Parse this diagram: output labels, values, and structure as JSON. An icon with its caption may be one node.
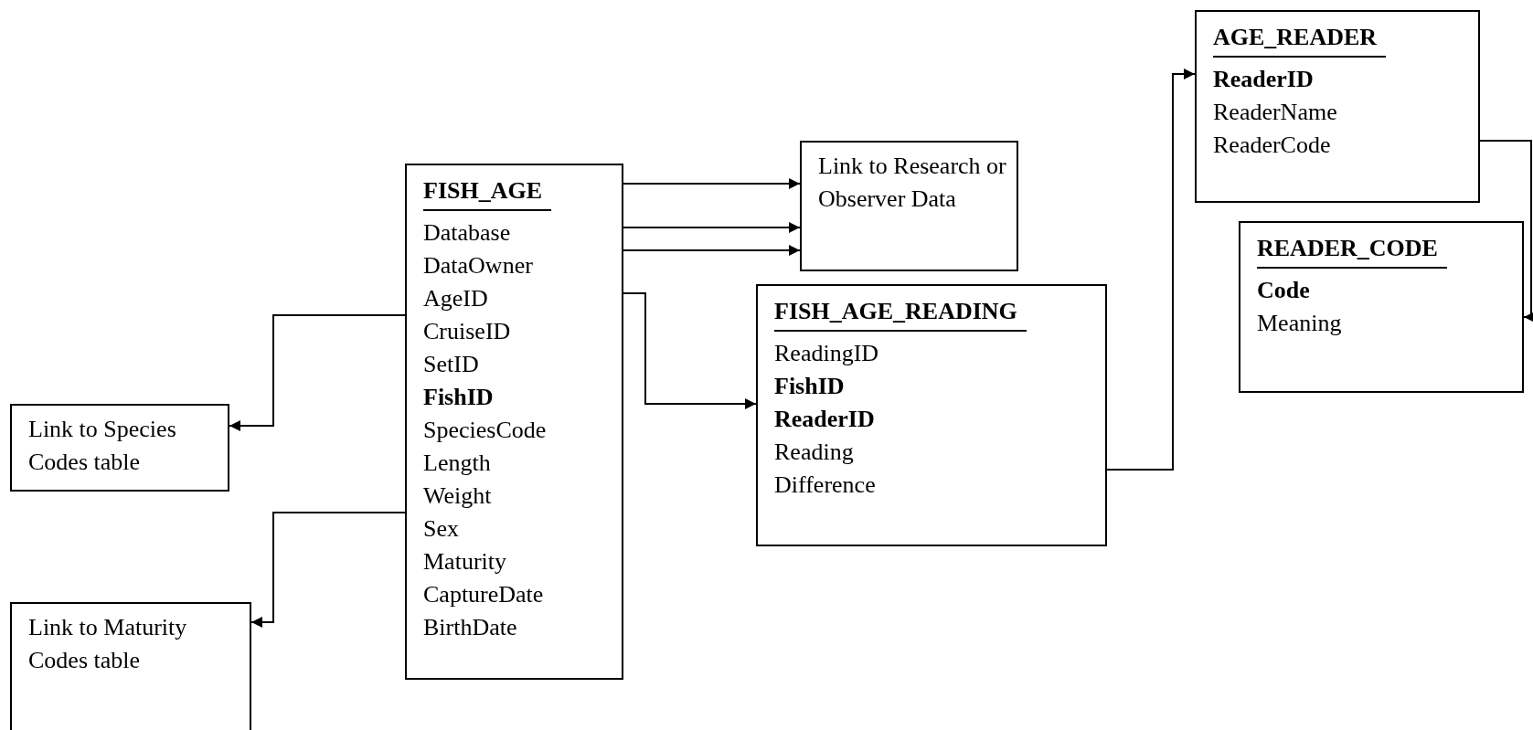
{
  "diagram": {
    "nodes": [
      {
        "text": [
          "FISH_AGE",
          "Database",
          "DataOwner",
          "AgeID",
          "CruiseID",
          "SetID",
          "FishID",
          "SpeciesCode",
          "Length",
          "Weight",
          "Sex",
          "Maturity",
          "CaptureDate",
          "BirthDate"
        ]
      },
      {
        "text": [
          "Link to Research or Observer Data"
        ]
      },
      {
        "text": [
          "FISH_AGE_READING",
          "ReadingID",
          "FishID",
          "ReaderID",
          "Reading",
          "Difference"
        ]
      },
      {
        "text": [
          "AGE_READER",
          "ReaderID",
          "ReaderName",
          "ReaderCode"
        ]
      },
      {
        "text": [
          "READER_CODE",
          "Code",
          "Meaning"
        ]
      },
      {
        "text": [
          "Link to Species Codes table"
        ]
      },
      {
        "text": [
          "Link to Maturity Codes table"
        ]
      }
    ],
    "edges": [
      {
        "from": 0,
        "to": 1,
        "arrow": "to"
      },
      {
        "from": 0,
        "to": 1,
        "arrow": "to"
      },
      {
        "from": 0,
        "to": 1,
        "arrow": "to"
      },
      {
        "from": 0,
        "to": 2,
        "arrow": "to"
      },
      {
        "from": 0,
        "to": 5,
        "arrow": "to"
      },
      {
        "from": 0,
        "to": 6,
        "arrow": "to"
      },
      {
        "from": 2,
        "to": 3,
        "arrow": "to"
      },
      {
        "from": 3,
        "to": 4,
        "arrow": "to"
      }
    ]
  }
}
